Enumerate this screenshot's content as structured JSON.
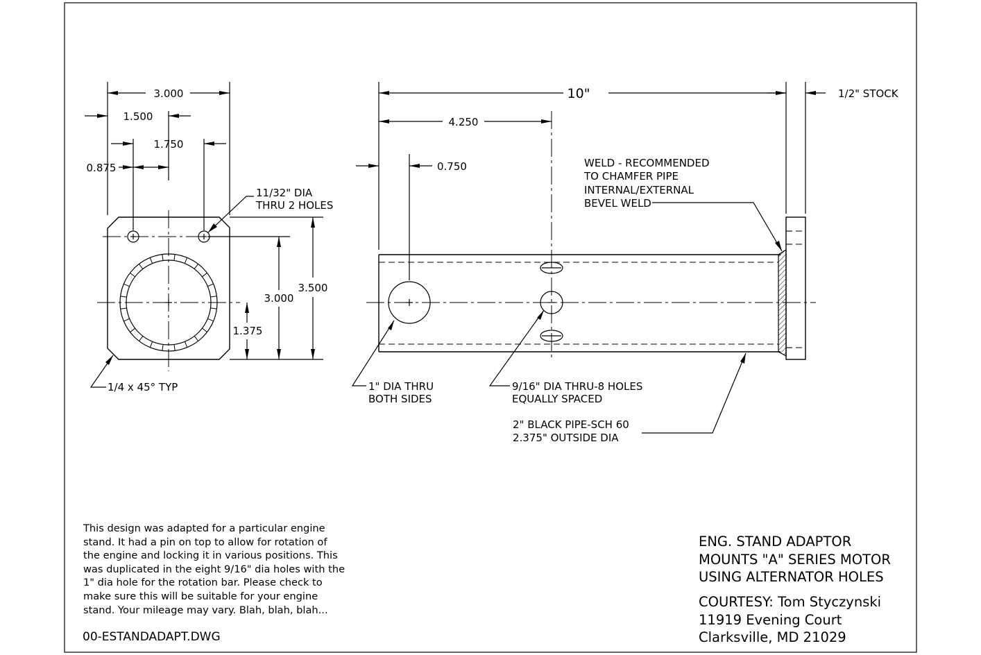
{
  "end_view": {
    "dim_width": "3.000",
    "dim_1_500": "1.500",
    "dim_1_750": "1.750",
    "dim_0_875": "0.875",
    "hole_note": [
      "11/32\" DIA",
      "THRU 2 HOLES"
    ],
    "dim_height_inner": "3.000",
    "dim_height_outer": "3.500",
    "dim_center": "1.375",
    "chamfer_note": "1/4 x 45° TYP"
  },
  "side_view": {
    "dim_length": "10\"",
    "dim_4_250": "4.250",
    "dim_0_750": "0.750",
    "stock_note": "1/2\" STOCK",
    "weld_note": [
      "WELD - RECOMMENDED",
      "TO CHAMFER PIPE",
      "INTERNAL/EXTERNAL",
      "BEVEL WELD"
    ],
    "big_hole_note": [
      "1\" DIA THRU",
      "BOTH SIDES"
    ],
    "small_holes_note": [
      "9/16\" DIA THRU-8 HOLES",
      "EQUALLY SPACED"
    ],
    "pipe_note": [
      "2\" BLACK PIPE-SCH 60",
      "2.375\" OUTSIDE DIA"
    ]
  },
  "notes": {
    "description": "This design was adapted for a particular engine\nstand. It had a pin on top to allow for rotation of\nthe engine and locking it in various positions. This\nwas duplicated in the eight 9/16\" dia holes with the\n1\" dia hole for the rotation bar. Please check to\nmake sure this will be suitable for your engine\nstand. Your mileage may vary. Blah, blah, blah...",
    "filename": "00-ESTANDADAPT.DWG"
  },
  "title_block": {
    "title": "ENG. STAND ADAPTOR\nMOUNTS \"A\" SERIES MOTOR\nUSING ALTERNATOR HOLES",
    "courtesy": "COURTESY: Tom Styczynski\n11919 Evening Court\nClarksville, MD 21029"
  }
}
